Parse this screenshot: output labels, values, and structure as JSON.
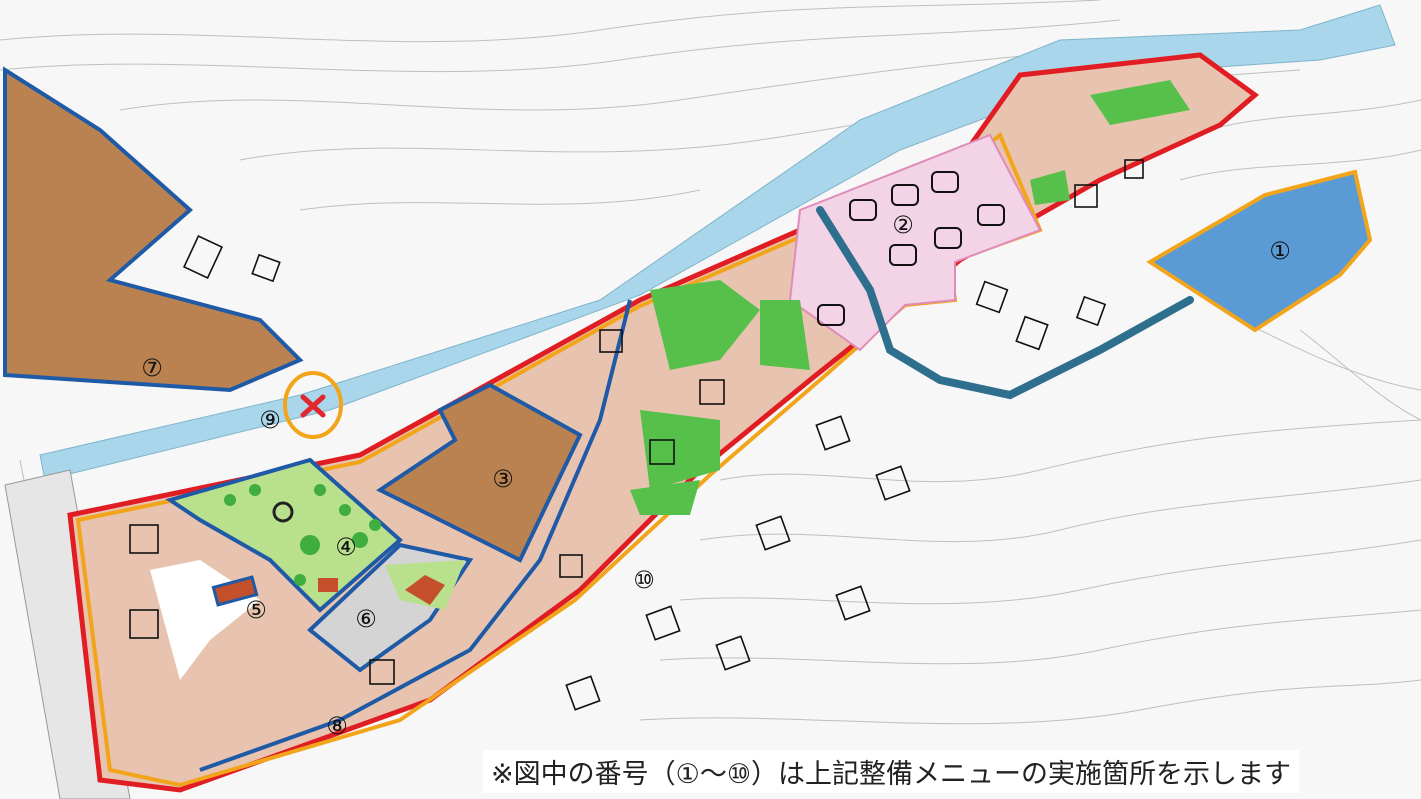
{
  "caption": "※図中の番号（①～⑩）は上記整備メニューの実施箇所を示します",
  "area_numbers": [
    "①",
    "②",
    "③",
    "④",
    "⑤",
    "⑥",
    "⑦",
    "⑧",
    "⑨",
    "⑩"
  ],
  "colors": {
    "project_boundary": "#e11d24",
    "sub_boundary": "#f2a51a",
    "area_outline": "#1f5aa6",
    "river": "#a9d6ea",
    "channel": "#2e6f8e",
    "pond": "#5b9bd5",
    "residential": "#e8c4b0",
    "developed_land": "#b98250",
    "green": "#56c04a",
    "park": "#b9e08c",
    "pink_zone": "#f3d3e6",
    "removed_marker": "#e1262e"
  }
}
